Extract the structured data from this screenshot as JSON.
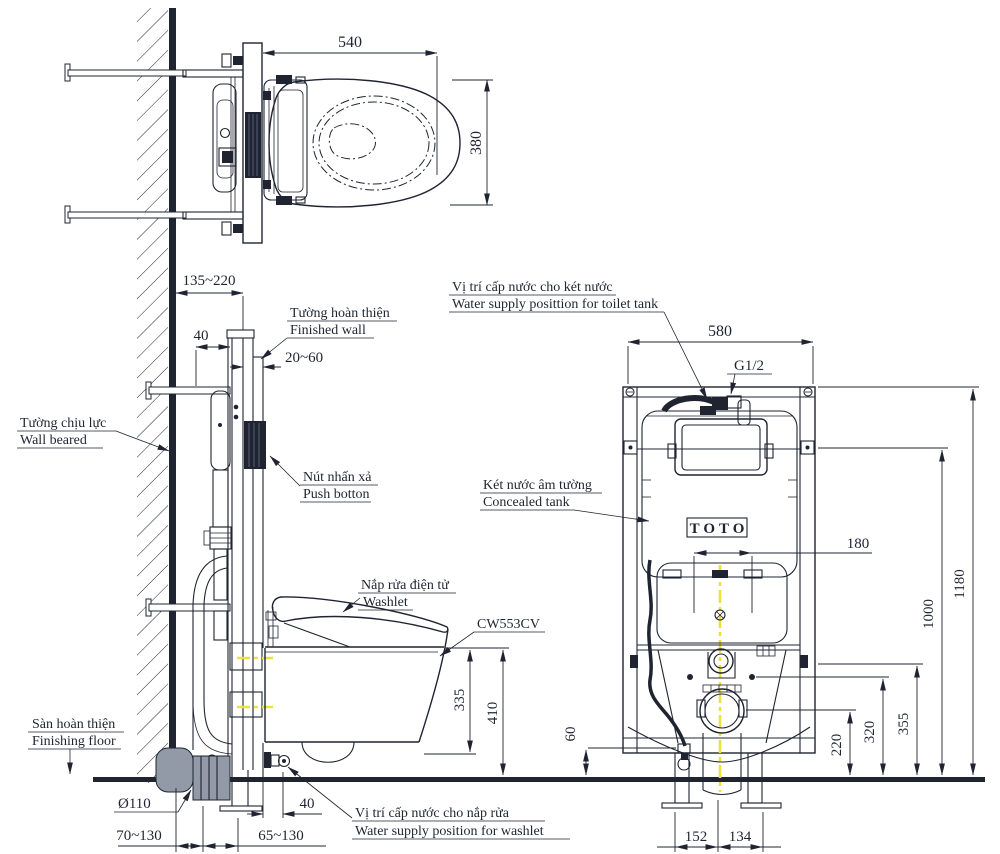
{
  "drawing": {
    "brand": "TOTO",
    "model": "CW553CV",
    "connection_thread": "G1/2",
    "labels": {
      "finished_wall": {
        "vi": "Tường hoàn thiện",
        "en": "Finished wall"
      },
      "load_wall": {
        "vi": "Tường chịu lực",
        "en": "Wall beared"
      },
      "push_button": {
        "vi": "Nút nhấn xả",
        "en": "Push botton"
      },
      "washlet": {
        "vi": "Nắp rửa điện tử",
        "en": "Washlet"
      },
      "floor": {
        "vi": "Sàn hoàn thiện",
        "en": "Finishing floor"
      },
      "tank_supply": {
        "vi": "Vị trí cấp nước cho két nước",
        "en": "Water supply posittion for toilet tank"
      },
      "concealed_tank": {
        "vi": "Két nước âm tường",
        "en": "Concealed tank"
      },
      "washlet_supply": {
        "vi": "Vị trí cấp nước cho nắp rửa",
        "en": "Water supply position for washlet"
      }
    },
    "dimensions": {
      "plan_length": "540",
      "plan_width": "380",
      "wall_range": "135~220",
      "frame_offset": "40",
      "finish_gap": "20~60",
      "bowl_height": "335",
      "rim_height": "410",
      "drain_diameter": "Ø110",
      "drain_offset_range": "70~130",
      "supply_offset_range": "65~130",
      "washlet_supply_offset": "40",
      "frame_width": "580",
      "outlet_width": "180",
      "frame_height": "1180",
      "supply_height": "1000",
      "bracket_height": "355",
      "alt_supply_height": "320",
      "drain_height": "220",
      "washlet_supply_height": "60",
      "foot_span_left": "152",
      "foot_span_right": "134"
    }
  }
}
